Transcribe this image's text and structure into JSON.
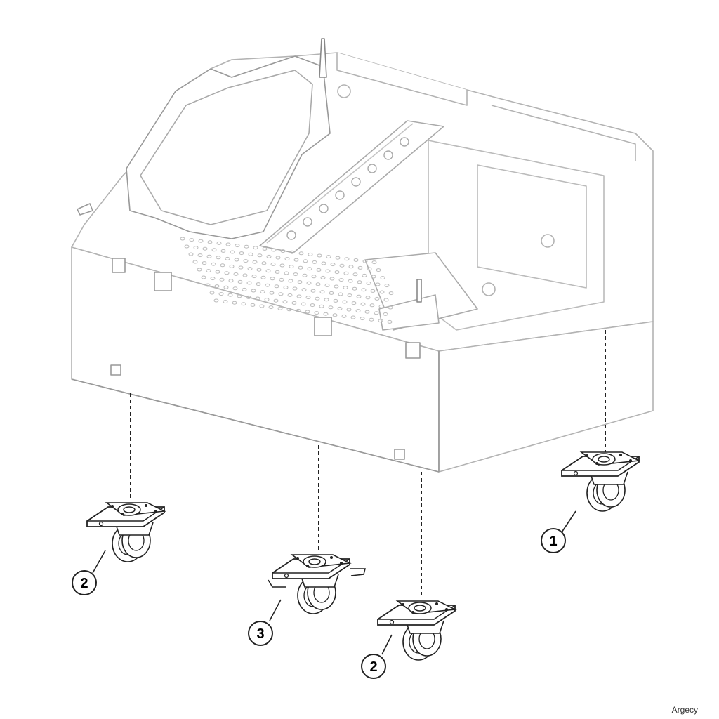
{
  "callouts": [
    {
      "id": "c1",
      "label": "1"
    },
    {
      "id": "c2a",
      "label": "2"
    },
    {
      "id": "c3",
      "label": "3"
    },
    {
      "id": "c2b",
      "label": "2"
    }
  ],
  "watermark": "Argecy",
  "colors": {
    "line": "#222222",
    "light": "#b0b0b0"
  }
}
